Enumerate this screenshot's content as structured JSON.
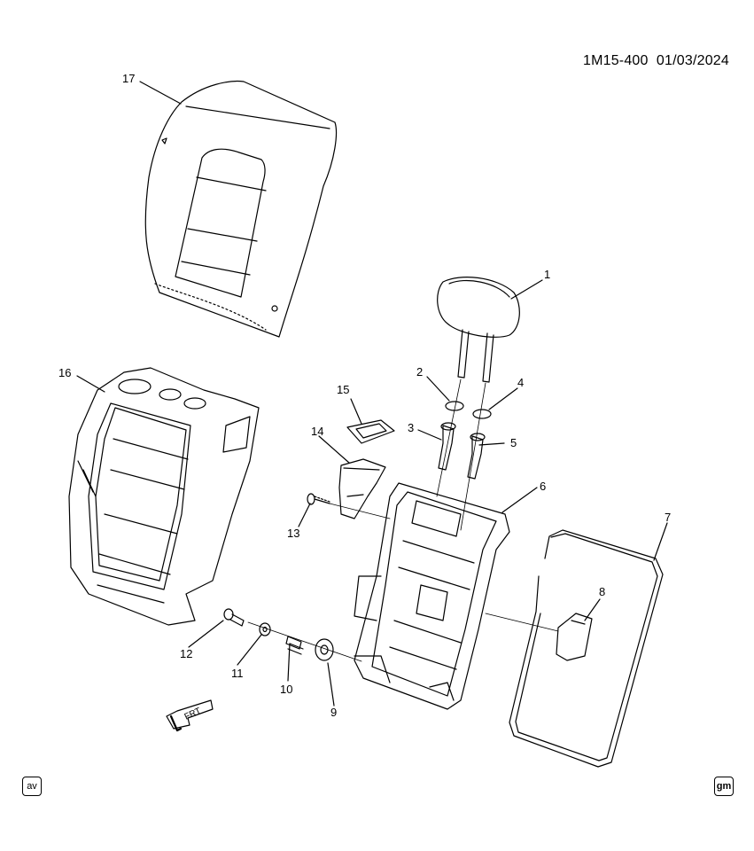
{
  "header": {
    "code": "1M15-400",
    "date": "01/03/2024"
  },
  "callouts": [
    "1",
    "2",
    "3",
    "4",
    "5",
    "6",
    "7",
    "8",
    "9",
    "10",
    "11",
    "12",
    "13",
    "14",
    "15",
    "16",
    "17"
  ],
  "direction_label": "FRT",
  "badges": {
    "left": "av",
    "right": "gm"
  }
}
